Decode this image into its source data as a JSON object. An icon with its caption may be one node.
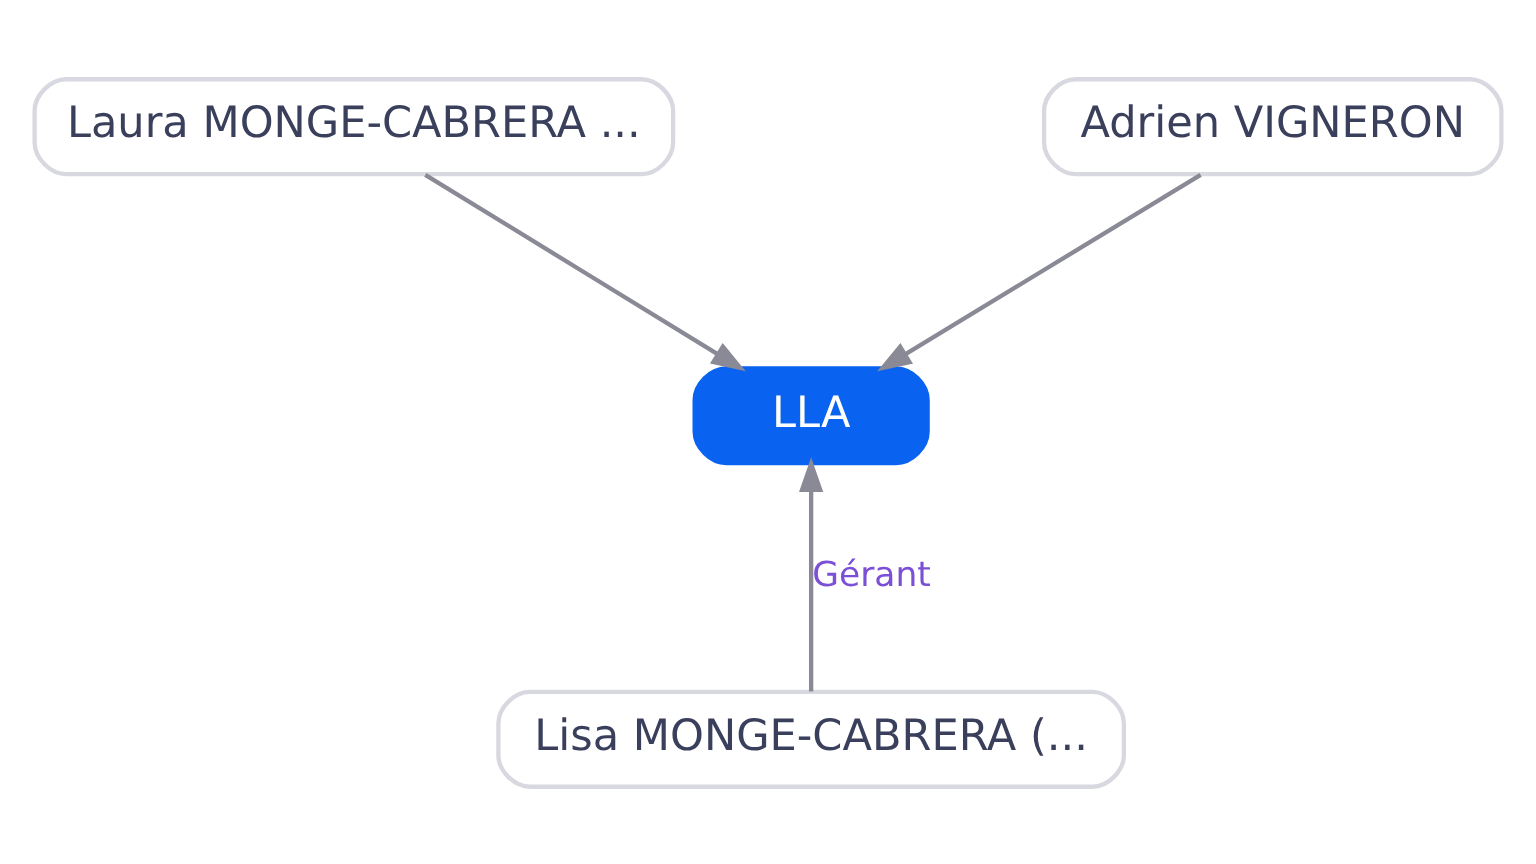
{
  "diagram": {
    "nodes": [
      {
        "text": [
          "Laura MONGE-CABRERA ..."
        ]
      },
      {
        "text": [
          "Adrien VIGNERON"
        ]
      },
      {
        "text": [
          "LLA"
        ]
      },
      {
        "text": [
          "Lisa MONGE-CABRERA (..."
        ]
      }
    ],
    "edges": [
      {
        "from": 0,
        "to": 2,
        "arrow": "to"
      },
      {
        "from": 1,
        "to": 2,
        "arrow": "to"
      },
      {
        "from": 3,
        "to": 2,
        "arrow": "to",
        "label": "Gérant"
      }
    ]
  }
}
